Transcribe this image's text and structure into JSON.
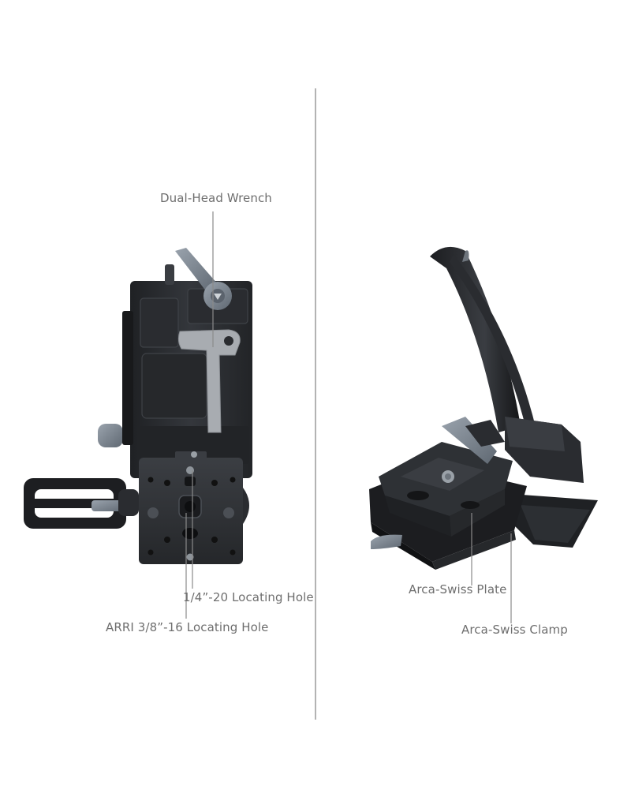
{
  "labels": {
    "wrench": "Dual-Head Wrench",
    "quarter_hole": "1/4”-20 Locating Hole",
    "arri_hole": "ARRI 3/8”-16 Locating Hole",
    "arca_plate": "Arca-Swiss Plate",
    "arca_clamp": "Arca-Swiss Clamp"
  },
  "colors": {
    "background": "#ffffff",
    "label_text": "#6e6e6e",
    "leader_line": "#8a8a8a",
    "divider": "#9a9a9a",
    "metal_dark": "#2b2d30",
    "metal_mid": "#3a3d42",
    "metal_accent": "#7f8791",
    "wrench_silver": "#a8acb1"
  }
}
